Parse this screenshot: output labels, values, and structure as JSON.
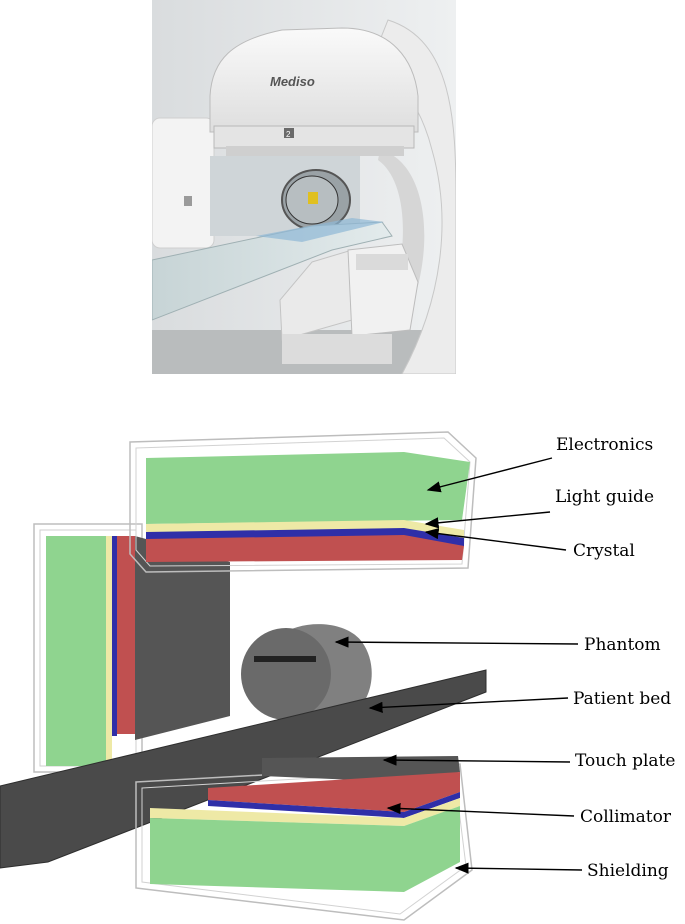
{
  "photo": {
    "brand_text": "Mediso",
    "head_number": "2"
  },
  "labels": {
    "electronics": "Electronics",
    "light_guide": "Light guide",
    "crystal": "Crystal",
    "phantom": "Phantom",
    "patient_bed": "Patient bed",
    "touch_plate": "Touch plate",
    "collimator": "Collimator",
    "shielding": "Shielding"
  },
  "colors": {
    "electronics": "#8fd48f",
    "light_guide": "#eee9a6",
    "crystal": "#2f2fa8",
    "collimator": "#c05050",
    "shielding_outline": "#bdbdbd",
    "dark_gray": "#555555",
    "bed": "#4a4a4a"
  }
}
